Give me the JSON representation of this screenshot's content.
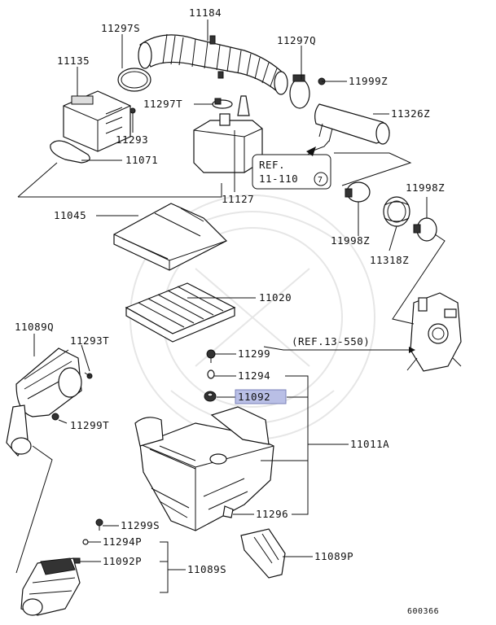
{
  "labels": {
    "p11184": "11184",
    "p11297s": "11297S",
    "p11297q": "11297Q",
    "p11135": "11135",
    "p11999z": "11999Z",
    "p11297t": "11297T",
    "p11326z": "11326Z",
    "p11293": "11293",
    "p11071": "11071",
    "p11127": "11127",
    "p11998z_top": "11998Z",
    "p11045": "11045",
    "p11998z_bot": "11998Z",
    "p11318z": "11318Z",
    "p11020": "11020",
    "p11089q": "11089Q",
    "p11293t": "11293T",
    "p11299": "11299",
    "p11294": "11294",
    "p11092": "11092",
    "p11299t": "11299T",
    "p11011a": "11011A",
    "p11296": "11296",
    "p11299s": "11299S",
    "p11294p": "11294P",
    "p11092p": "11092P",
    "p11089s": "11089S",
    "p11089p": "11089P",
    "ref_line1": "REF.",
    "ref_line2": "11-110",
    "ref_circle": "7",
    "ref_1350": "(REF.13-550)",
    "diagram_code": "600366"
  },
  "highlight_color": "#b9bfe6"
}
